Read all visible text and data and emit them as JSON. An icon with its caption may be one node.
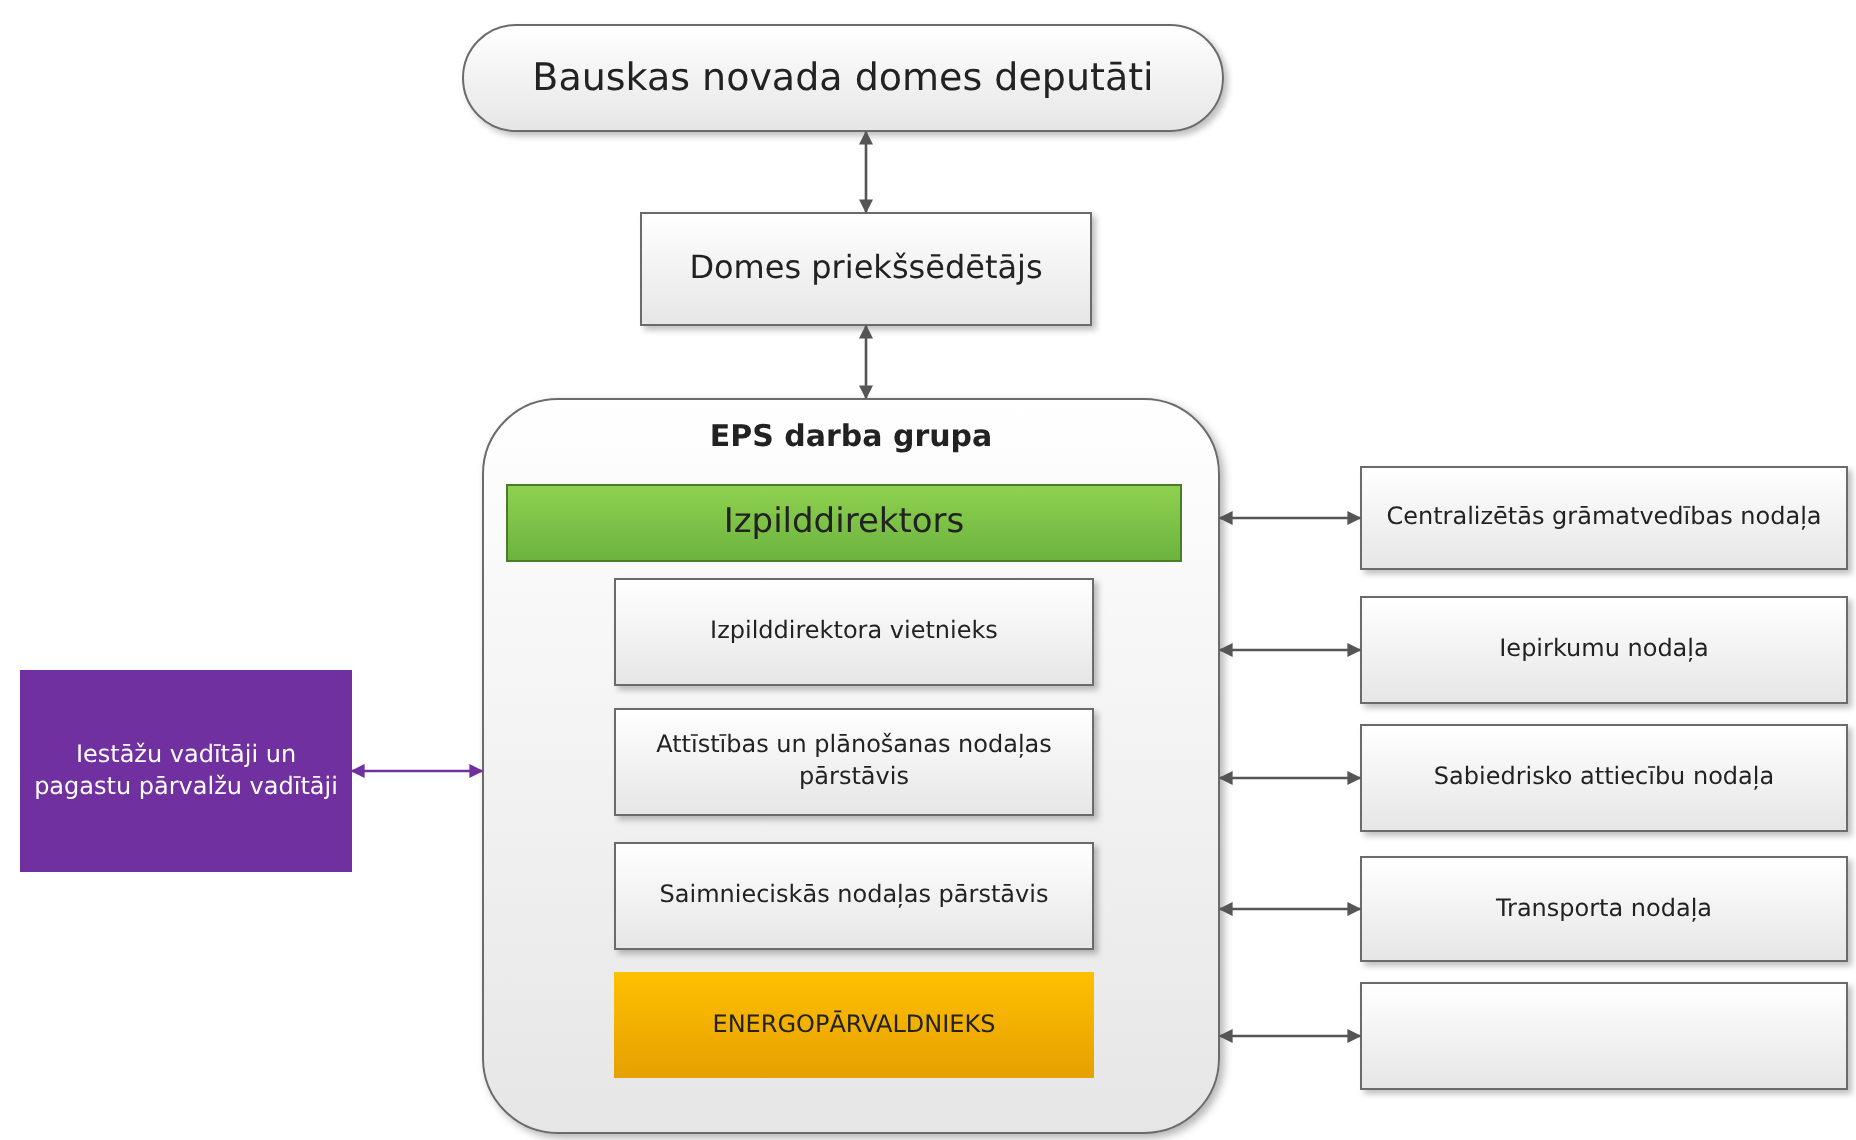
{
  "diagram": {
    "nodes": [
      {
        "text": [
          "Bauskas novada domes deputāti"
        ]
      },
      {
        "text": [
          "Domes priekšsēdētājs"
        ]
      },
      {
        "text": [
          "EPS darba grupa"
        ]
      },
      {
        "text": [
          "Izpilddirektors"
        ],
        "in": 2
      },
      {
        "text": [
          "Izpilddirektora vietnieks"
        ],
        "in": 2
      },
      {
        "text": [
          "Attīstības un plānošanas nodaļas pārstāvis"
        ],
        "in": 2
      },
      {
        "text": [
          "Saimnieciskās nodaļas pārstāvis"
        ],
        "in": 2
      },
      {
        "text": [
          "ENERGOPĀRVALDNIEKS"
        ],
        "in": 2
      },
      {
        "text": [
          "Iestāžu vadītāji un pagastu pārvalžu vadītāji"
        ]
      },
      {
        "text": [
          "Centralizētās grāmatvedības nodaļa"
        ]
      },
      {
        "text": [
          "Iepirkumu nodaļa"
        ]
      },
      {
        "text": [
          "Sabiedrisko attiecību nodaļa"
        ]
      },
      {
        "text": [
          "Transporta nodaļa"
        ]
      },
      {
        "text": [],
        "shape": "box"
      }
    ],
    "edges": [
      {
        "from": 0,
        "to": 1,
        "arrow": "both"
      },
      {
        "from": 1,
        "to": 2,
        "arrow": "both"
      },
      {
        "from": 8,
        "to": 2,
        "arrow": "both",
        "color": "#7030a0"
      },
      {
        "from": 2,
        "to": 9,
        "arrow": "both"
      },
      {
        "from": 2,
        "to": 10,
        "arrow": "both"
      },
      {
        "from": 2,
        "to": 11,
        "arrow": "both"
      },
      {
        "from": 2,
        "to": 12,
        "arrow": "both"
      },
      {
        "from": 2,
        "to": 13,
        "arrow": "both"
      }
    ]
  }
}
